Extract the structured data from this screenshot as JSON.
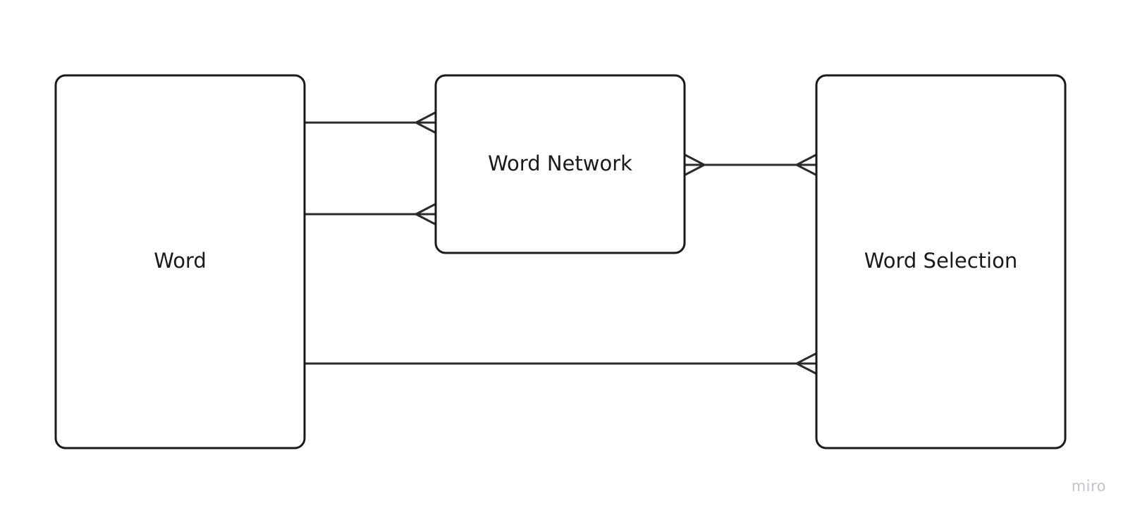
{
  "diagram": {
    "type": "entity-relationship",
    "entities": [
      {
        "id": "word",
        "label": "Word"
      },
      {
        "id": "word-network",
        "label": "Word Network"
      },
      {
        "id": "word-selection",
        "label": "Word Selection"
      }
    ],
    "relationships": [
      {
        "from": "word",
        "to": "word-network",
        "from_cardinality": "one",
        "to_cardinality": "many"
      },
      {
        "from": "word",
        "to": "word-network",
        "from_cardinality": "one",
        "to_cardinality": "many"
      },
      {
        "from": "word-network",
        "to": "word-selection",
        "from_cardinality": "many",
        "to_cardinality": "many"
      },
      {
        "from": "word",
        "to": "word-selection",
        "from_cardinality": "one",
        "to_cardinality": "many"
      }
    ]
  },
  "watermark": {
    "text": "miro",
    "color": "#c2c2d2"
  },
  "colors": {
    "stroke": "#1a1a1a",
    "background": "#ffffff"
  }
}
